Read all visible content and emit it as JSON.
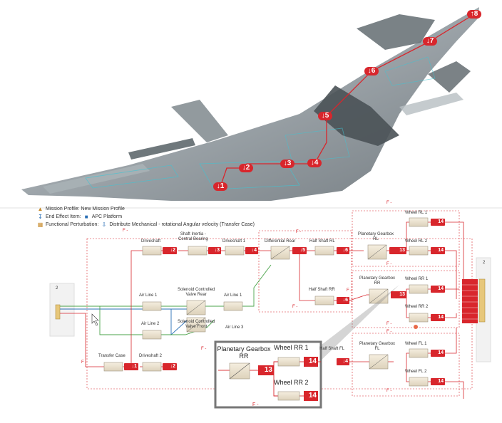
{
  "header": {
    "mission_profile": "Mission Profile: New Mission Profile",
    "end_effect": "End Effect Item:",
    "end_effect_item": "APC Platform",
    "functional_perturbation": "Functional Perturbation:",
    "perturbation_value": "Distribute Mechanical - rotational Angular velocity  (Transfer Case)"
  },
  "path_markers": [
    {
      "label": "↓1"
    },
    {
      "label": "↓2"
    },
    {
      "label": "↓3"
    },
    {
      "label": "↓4"
    },
    {
      "label": "↓5"
    },
    {
      "label": "↓6"
    },
    {
      "label": "↓7"
    },
    {
      "label": "↑8"
    }
  ],
  "components": {
    "driveshaft": "Driveshaft",
    "shaft_inertia": "Shaft Inertia -\nCentral Bearing",
    "driveshaft_1": "Driveshaft 1",
    "differential_rear": "Differential Rear",
    "half_shaft_rl": "Half Shaft RL",
    "half_shaft_rr": "Half Shaft RR",
    "planetary_gearbox_rl": "Planetary Gearbox\nRL",
    "planetary_gearbox_rr": "Planetary Gearbox\nRR",
    "planetary_gearbox_fl": "Planetary Gearbox\nFL",
    "wheel_rl_1": "Wheel RL 1",
    "wheel_rl_2": "Wheel RL 2",
    "wheel_rr_1": "Wheel RR 1",
    "wheel_rr_2": "Wheel RR 2",
    "wheel_fl_1": "Wheel FL 1",
    "wheel_fl_2": "Wheel FL 2",
    "air_line_1_left": "Air Line 1",
    "air_line_1_right": "Air Line 1",
    "air_line_2": "Air Line 2",
    "air_line_3": "Air Line 3",
    "solenoid_rear": "Solenoid Controlled\nValve Rear",
    "solenoid_front": "Solenoid Controlled\nValve Front",
    "transfer_case": "Transfer Case",
    "driveshaft_2": "Driveshaft 2",
    "half_shaft_fl": "Half Shaft FL"
  },
  "badges": {
    "b1": "↓1",
    "b2": "↓2",
    "b2b": "↓2",
    "b3": "↓3",
    "b4": "↓4",
    "b4b": "↓4",
    "b5": "↓5",
    "b6": "↓6",
    "b6b": "↓6",
    "b13": "13",
    "b13b": "13",
    "b14": "14"
  },
  "edge_label": "F -",
  "side_left": "2",
  "side_right": "2",
  "zoom": {
    "planetary": "Planetary Gearbox\nRR",
    "wheel1": "Wheel RR 1",
    "wheel2": "Wheel RR 2",
    "b13": "13",
    "b14": "14",
    "b14b": "14",
    "f": "F -"
  },
  "colors": {
    "accent_red": "#d8262c",
    "blue_line": "#2a6fb5",
    "green_line": "#4aa34a",
    "jet_body": "#9aa3a8"
  }
}
